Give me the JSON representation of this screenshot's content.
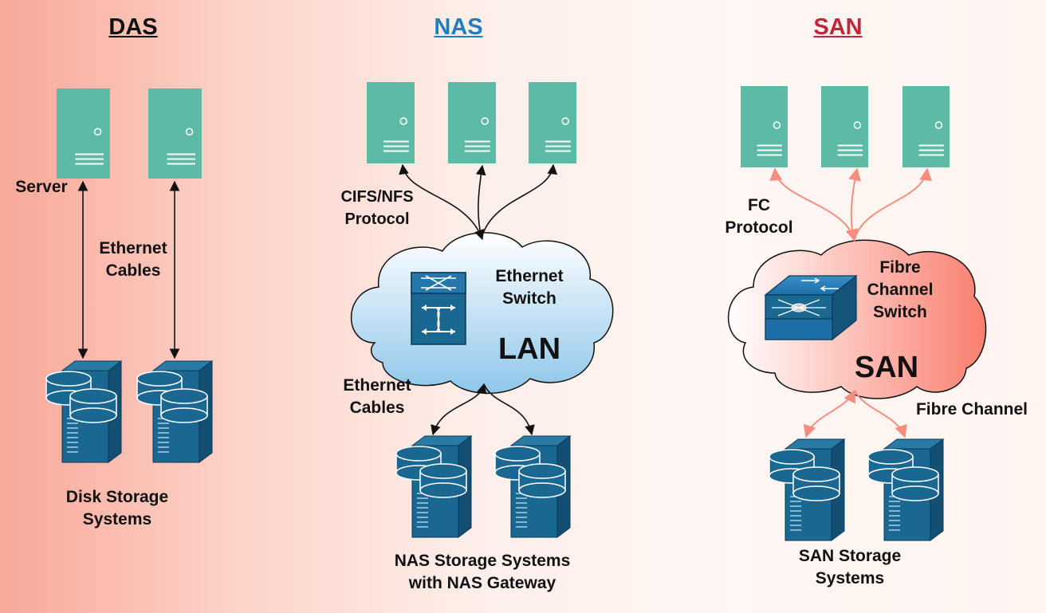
{
  "colors": {
    "server_teal": "#5cbaa6",
    "storage_blue": "#1a6791",
    "nas_title": "#1f7fbd",
    "san_title": "#c0283a",
    "fc_link": "#f58e7f",
    "ethernet_link": "#111111",
    "lan_cloud_top": "#ffffff",
    "lan_cloud_bottom": "#8ec6ea",
    "san_cloud_left": "#ffffff",
    "san_cloud_right": "#fa7f70"
  },
  "das": {
    "title": "DAS",
    "server_label": "Server",
    "cables_label": "Ethernet\nCables",
    "storage_label": "Disk Storage\nSystems",
    "server_icon": "server-icon",
    "storage_icon": "disk-storage-icon"
  },
  "nas": {
    "title": "NAS",
    "protocol_label": "CIFS/NFS\nProtocol",
    "switch_label": "Ethernet\nSwitch",
    "network_label": "LAN",
    "cables_label": "Ethernet\nCables",
    "storage_label": "NAS Storage Systems\nwith NAS Gateway",
    "switch_icon": "ethernet-switch-icon"
  },
  "san": {
    "title": "SAN",
    "protocol_label": "FC\nProtocol",
    "switch_label": "Fibre\nChannel\nSwitch",
    "network_label": "SAN",
    "link_label": "Fibre Channel",
    "storage_label": "SAN Storage\nSystems",
    "switch_icon": "fibre-channel-switch-icon"
  }
}
